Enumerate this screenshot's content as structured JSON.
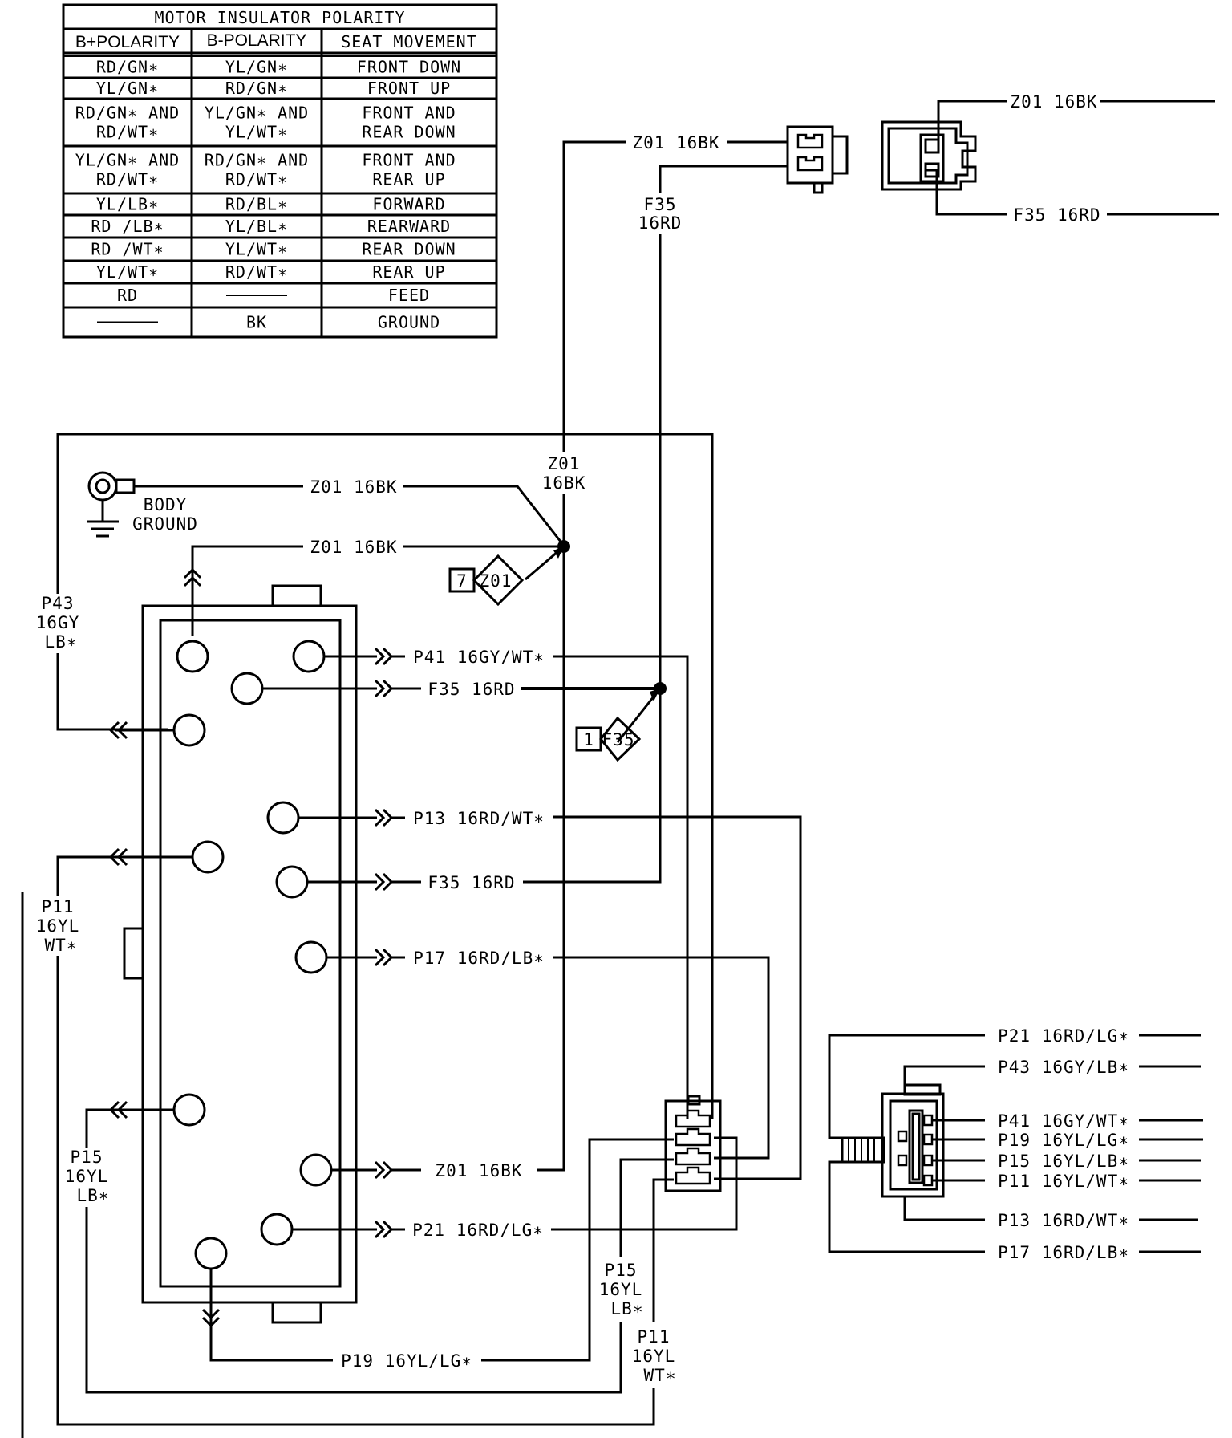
{
  "polarity_table": {
    "title": "MOTOR INSULATOR POLARITY",
    "headers": [
      "B+POLARITY",
      "B-POLARITY",
      "SEAT MOVEMENT"
    ],
    "rows": [
      {
        "b_plus": [
          "RD/GN∗"
        ],
        "b_minus": [
          "YL/GN∗"
        ],
        "movement": [
          "FRONT DOWN"
        ]
      },
      {
        "b_plus": [
          "YL/GN∗"
        ],
        "b_minus": [
          "RD/GN∗"
        ],
        "movement": [
          "FRONT UP"
        ]
      },
      {
        "b_plus": [
          "RD/GN∗ AND",
          "RD/WT∗"
        ],
        "b_minus": [
          "YL/GN∗ AND",
          "YL/WT∗"
        ],
        "movement": [
          "FRONT AND",
          "REAR DOWN"
        ]
      },
      {
        "b_plus": [
          "YL/GN∗ AND",
          "RD/WT∗"
        ],
        "b_minus": [
          "RD/GN∗ AND",
          "RD/WT∗"
        ],
        "movement": [
          "FRONT AND",
          "REAR UP"
        ]
      },
      {
        "b_plus": [
          "YL/LB∗"
        ],
        "b_minus": [
          "RD/BL∗"
        ],
        "movement": [
          "FORWARD"
        ]
      },
      {
        "b_plus": [
          "RD /LB∗"
        ],
        "b_minus": [
          "YL/BL∗"
        ],
        "movement": [
          "REARWARD"
        ]
      },
      {
        "b_plus": [
          "RD /WT∗"
        ],
        "b_minus": [
          "YL/WT∗"
        ],
        "movement": [
          "REAR DOWN"
        ]
      },
      {
        "b_plus": [
          "YL/WT∗"
        ],
        "b_minus": [
          "RD/WT∗"
        ],
        "movement": [
          "REAR UP"
        ]
      },
      {
        "b_plus": [
          "RD"
        ],
        "b_minus": [
          ""
        ],
        "movement": [
          "FEED"
        ]
      },
      {
        "b_plus": [
          ""
        ],
        "b_minus": [
          "BK"
        ],
        "movement": [
          "GROUND"
        ]
      }
    ]
  },
  "wires": {
    "z01": "Z01 16BK",
    "f35": "F35 16RD",
    "f35_v": [
      "F35",
      "16RD"
    ],
    "z01_v": [
      "Z01",
      "16BK"
    ],
    "p41": "P41 16GY/WT∗",
    "p13": "P13 16RD/WT∗",
    "p17": "P17 16RD/LB∗",
    "p21": "P21 16RD/LG∗",
    "p19": "P19 16YL/LG∗",
    "p43_v": [
      "P43",
      "16GY",
      "LB∗"
    ],
    "p11_v": [
      "P11",
      "16YL",
      "WT∗"
    ],
    "p15_v": [
      "P15",
      "16YL",
      "LB∗"
    ]
  },
  "ground": {
    "label": [
      "BODY",
      "GROUND"
    ]
  },
  "splices": {
    "z01": {
      "num": "7",
      "name": "Z01"
    },
    "f35": {
      "num": "1",
      "name": "F35"
    }
  },
  "right_connector_labels": [
    "P21 16RD/LG∗",
    "P43 16GY/LB∗",
    "P41 16GY/WT∗",
    "P19 16YL/LG∗",
    "P15 16YL/LB∗",
    "P11 16YL/WT∗",
    "P13 16RD/WT∗",
    "P17 16RD/LB∗"
  ],
  "top_right_labels": [
    "Z01 16BK",
    "F35 16RD"
  ]
}
